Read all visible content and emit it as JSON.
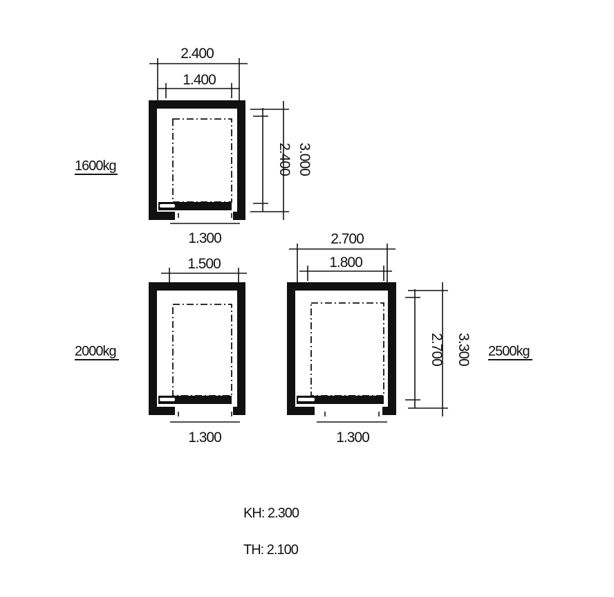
{
  "colors": {
    "ink": "#111111",
    "paper": "#ffffff"
  },
  "shafts": [
    {
      "capacity": "1600kg",
      "shaft_width": "2.400",
      "car_width": "1.400",
      "door_width": "1.300",
      "car_depth": "2.400",
      "shaft_depth": "3.000"
    },
    {
      "capacity": "2000kg",
      "car_width": "1.500",
      "door_width": "1.300"
    },
    {
      "capacity": "2500kg",
      "shaft_width": "2.700",
      "car_width": "1.800",
      "door_width": "1.300",
      "car_depth": "2.700",
      "shaft_depth": "3.300"
    }
  ],
  "notes": {
    "kh": "KH: 2.300",
    "th": "TH: 2.100"
  }
}
